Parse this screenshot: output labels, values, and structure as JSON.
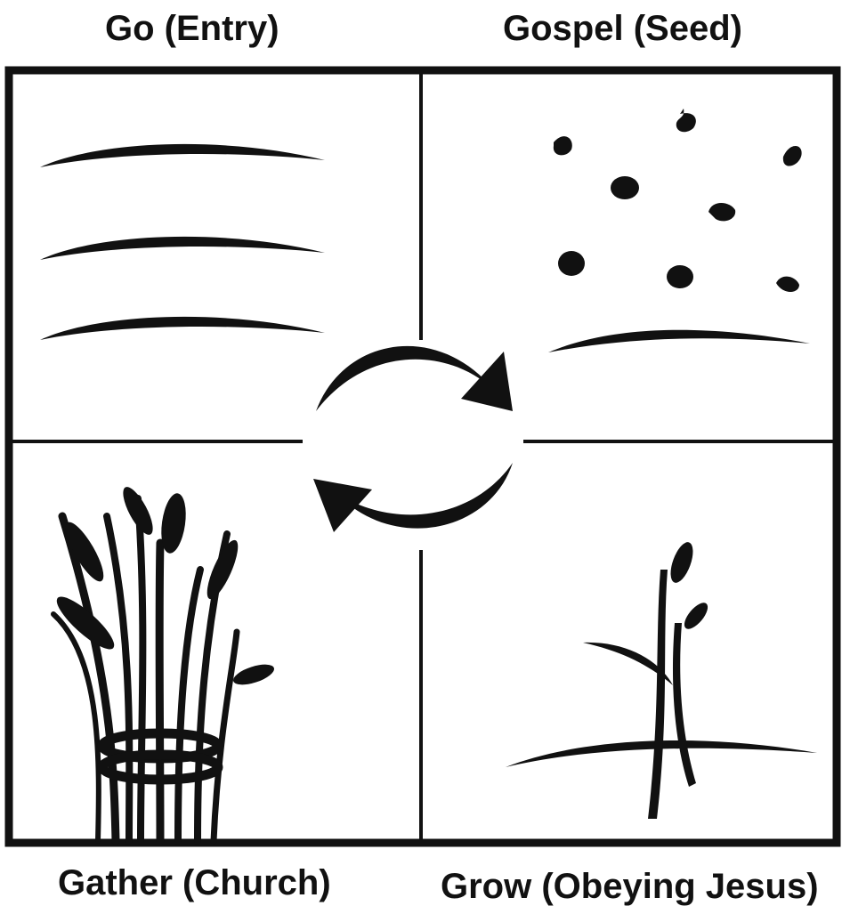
{
  "quadrants": {
    "top_left": {
      "label": "Go (Entry)",
      "icon": "furrow-lines-icon"
    },
    "top_right": {
      "label": "Gospel (Seed)",
      "icon": "scattered-seeds-icon"
    },
    "bottom_left": {
      "label": "Gather (Church)",
      "icon": "wheat-bundle-icon"
    },
    "bottom_right": {
      "label": "Grow (Obeying Jesus)",
      "icon": "sprout-icon"
    }
  },
  "center_icon": "cycle-arrows-icon",
  "colors": {
    "ink": "#111111",
    "background": "#ffffff"
  }
}
